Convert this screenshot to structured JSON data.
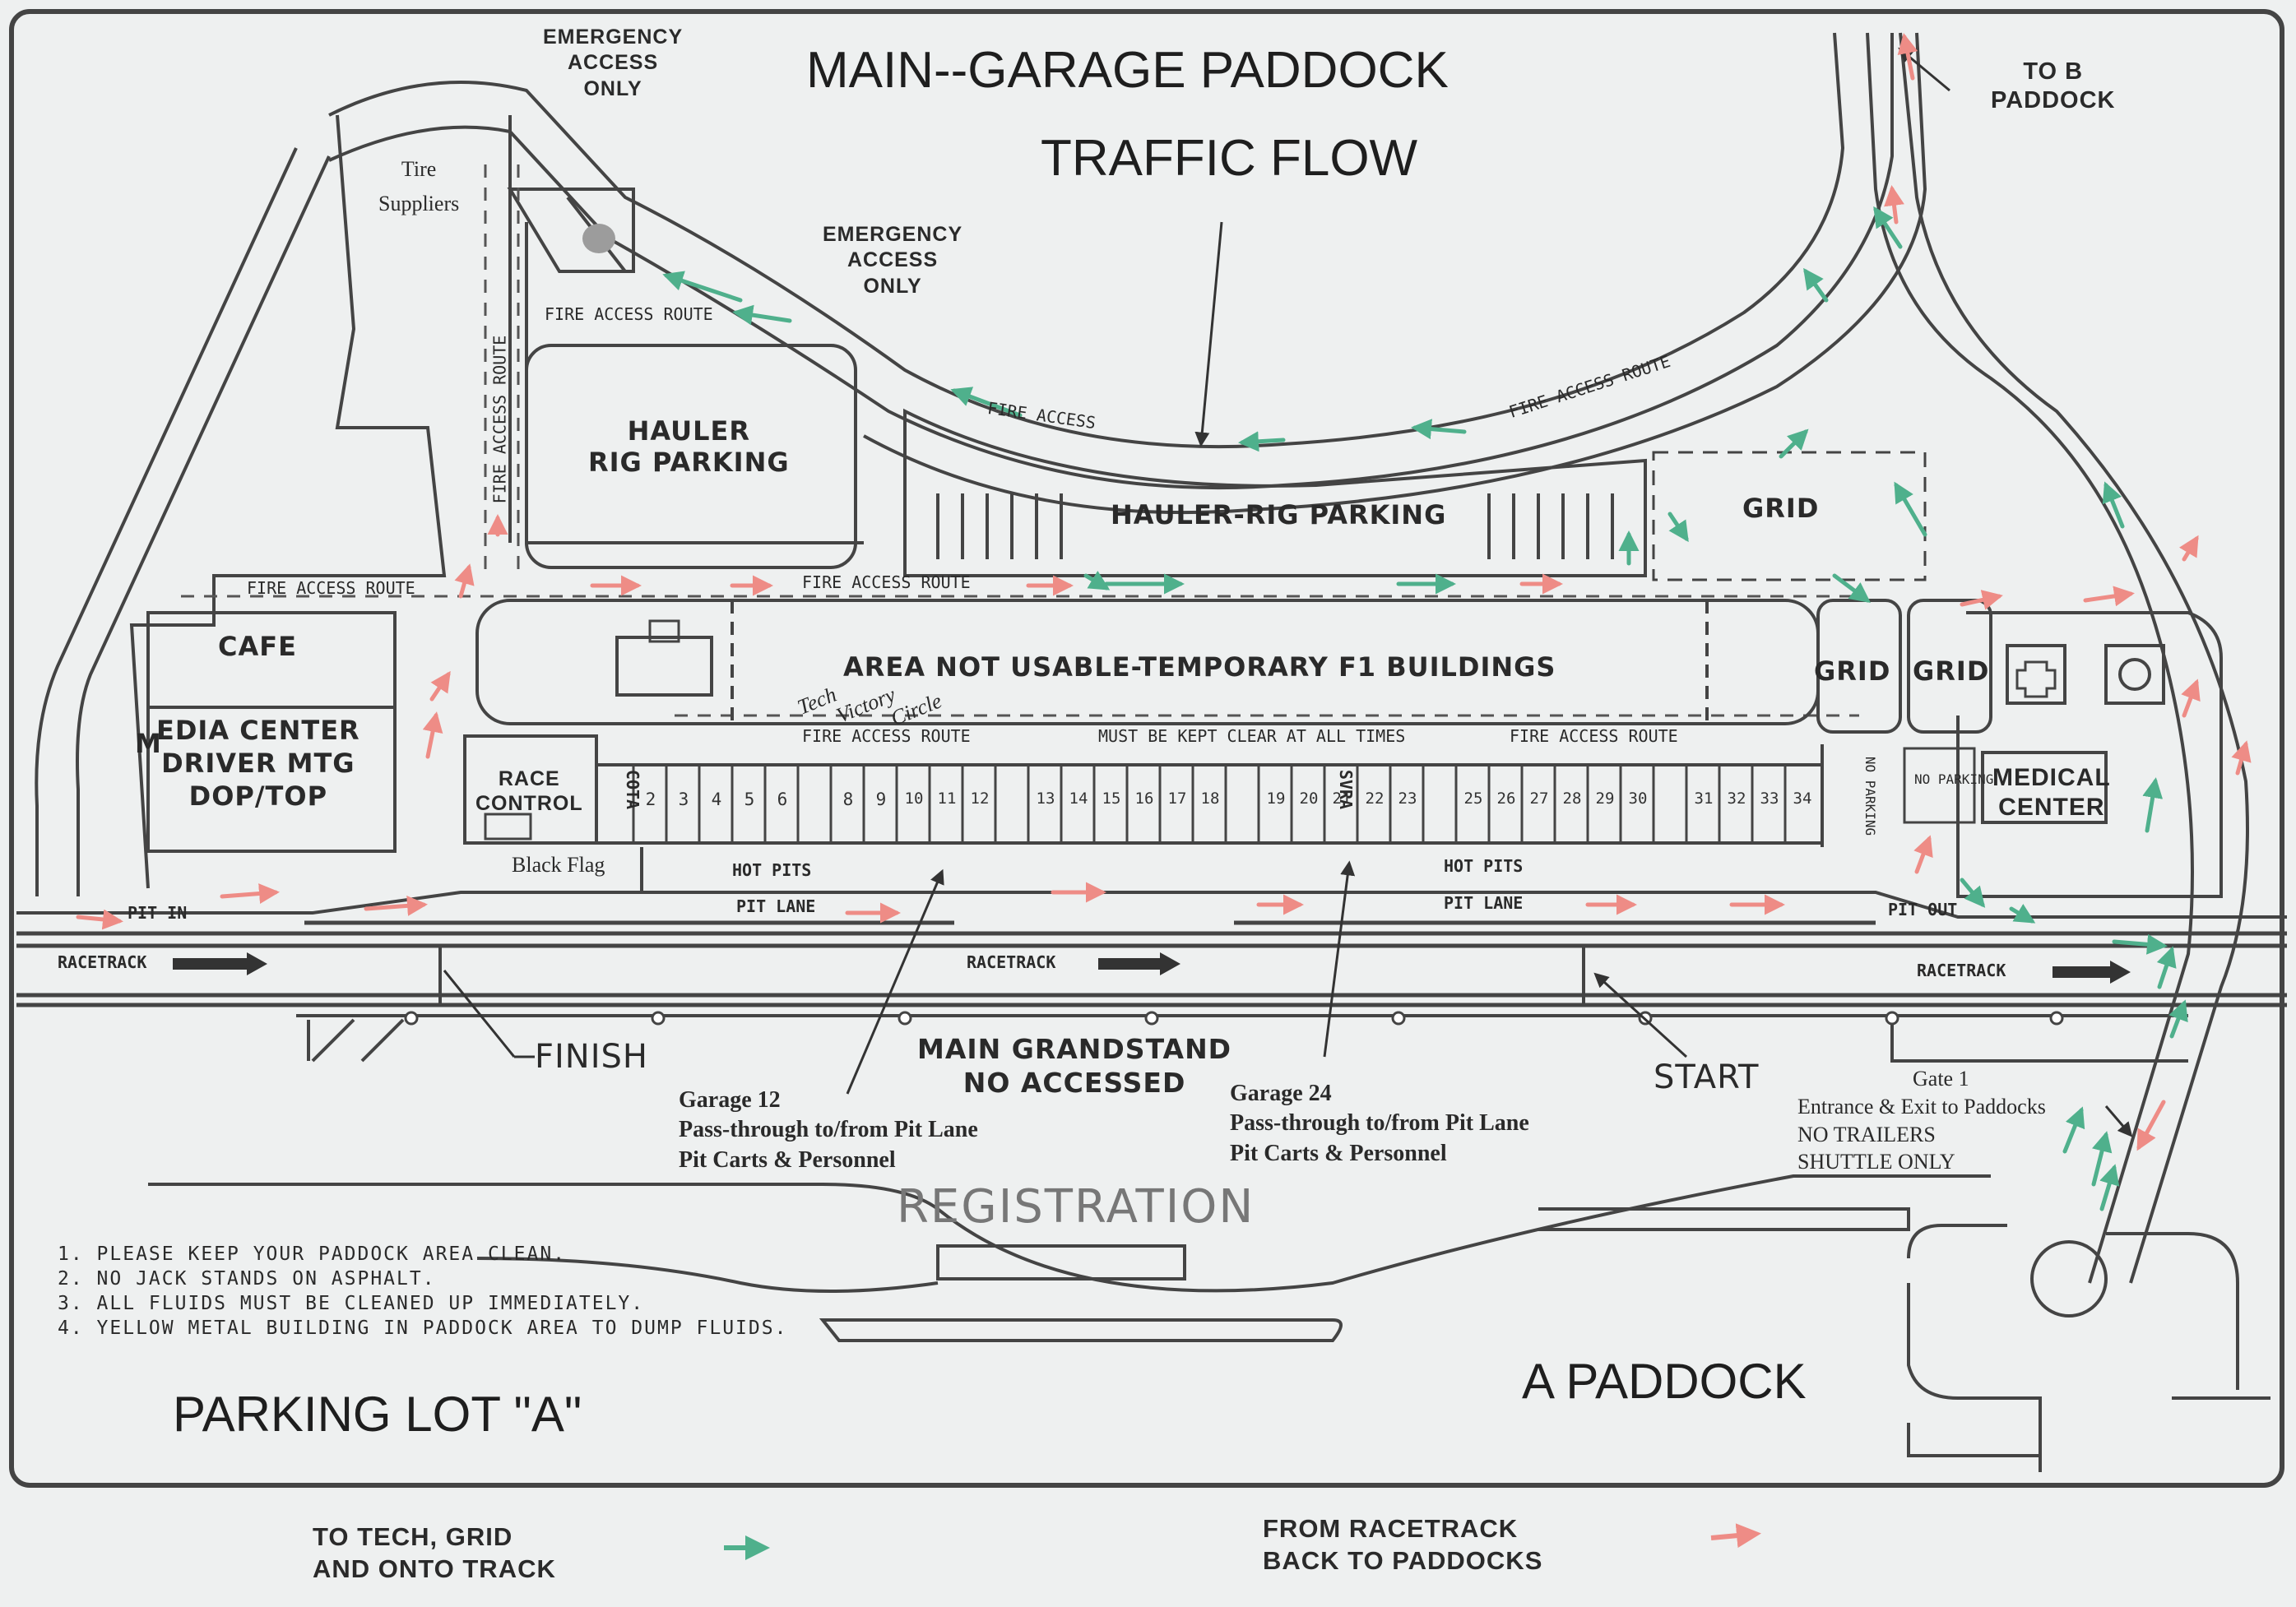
{
  "title": {
    "main": "MAIN--GARAGE PADDOCK",
    "sub": "TRAFFIC FLOW"
  },
  "labels": {
    "emergency_top": [
      "EMERGENCY",
      "ACCESS",
      "ONLY"
    ],
    "emergency_mid": [
      "EMERGENCY",
      "ACCESS",
      "ONLY"
    ],
    "to_b_paddock": [
      "TO B",
      "PADDOCK"
    ],
    "tire_suppliers": [
      "Tire",
      "Suppliers"
    ],
    "fire_access_route": "FIRE ACCESS ROUTE",
    "fire_access_vertical": "FIRE ACCESS ROUTE",
    "fire_access_short": "FIRE ACCESS",
    "fire_access_curve": "FIRE ACCESS ROUTE",
    "hauler_rig_parking_left": [
      "HAULER",
      "RIG PARKING"
    ],
    "hauler_rig_parking_center": "HAULER-RIG PARKING",
    "grid_top": "GRID",
    "grid_a": "GRID",
    "grid_b": "GRID",
    "cafe": "CAFE",
    "media_center": [
      "EDIA CENTER",
      "DRIVER MTG",
      "DOP/TOP"
    ],
    "media_m": "M",
    "area_not_usable": "AREA NOT USABLE-TEMPORARY F1 BUILDINGS",
    "tech_victory_circle": [
      "Tech",
      "Victory",
      "Circle"
    ],
    "must_be_kept_clear": "MUST BE KEPT CLEAR AT ALL TIMES",
    "race_control": [
      "RACE",
      "CONTROL"
    ],
    "black_flag": "Black Flag",
    "hot_pits": "HOT PITS",
    "pit_lane": "PIT LANE",
    "pit_in": "PIT IN",
    "pit_out": "PIT OUT",
    "racetrack": "RACETRACK",
    "finish": "FINISH",
    "start": "START",
    "main_grandstand": [
      "MAIN  GRANDSTAND",
      "NO  ACCESSED"
    ],
    "no_parking": "NO PARKING",
    "no_parking_vert": "NO PARKING",
    "medical_center": [
      "MEDICAL",
      "CENTER"
    ],
    "garage_12": [
      "Garage 12",
      "Pass-through to/from Pit Lane",
      "Pit Carts & Personnel"
    ],
    "garage_24": [
      "Garage 24",
      "Pass-through to/from Pit Lane",
      "Pit Carts & Personnel"
    ],
    "gate_1": [
      "Gate 1",
      "Entrance & Exit to Paddocks",
      "NO TRAILERS",
      "SHUTTLE ONLY"
    ],
    "registration": "REGISTRATION",
    "parking_lot_a": "PARKING LOT \"A\"",
    "a_paddock": "A PADDOCK",
    "cota": "COTA",
    "svra": "SVRA"
  },
  "garages": [
    "2",
    "3",
    "4",
    "5",
    "6",
    "",
    "8",
    "9",
    "10",
    "11",
    "12",
    "",
    "13",
    "14",
    "15",
    "16",
    "17",
    "18",
    "",
    "19",
    "20",
    "21",
    "22",
    "23",
    "",
    "25",
    "26",
    "27",
    "28",
    "29",
    "30",
    "",
    "31",
    "32",
    "33",
    "34"
  ],
  "rules": [
    "1.  PLEASE KEEP YOUR PADDOCK AREA CLEAN.",
    "2.  NO JACK STANDS ON ASPHALT.",
    "3.  ALL FLUIDS MUST BE CLEANED UP IMMEDIATELY.",
    "4.  YELLOW METAL BUILDING IN PADDOCK AREA TO DUMP FLUIDS."
  ],
  "legend": [
    {
      "text": [
        "TO TECH, GRID",
        "AND ONTO TRACK"
      ],
      "color": "#4fb08c",
      "icon": "green-arrow-icon"
    },
    {
      "text": [
        "FROM RACETRACK",
        "BACK TO PADDOCKS"
      ],
      "color": "#ee8c86",
      "icon": "red-arrow-icon"
    }
  ],
  "colors": {
    "to_track": "#4fb08c",
    "from_track": "#ee8c86",
    "ink": "#2d2d2d",
    "paper": "#eef0f0"
  }
}
